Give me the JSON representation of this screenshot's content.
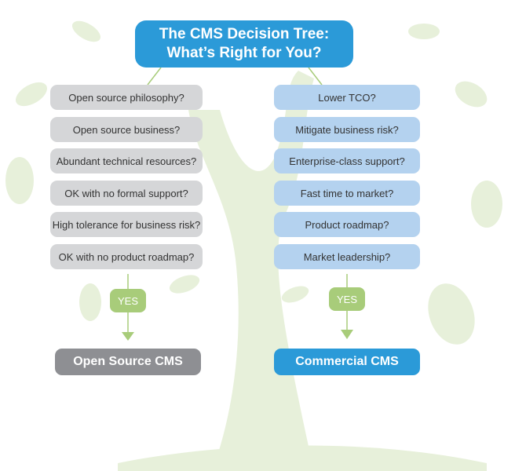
{
  "title": {
    "line1": "The CMS Decision Tree:",
    "line2": "What’s Right for You?"
  },
  "left": {
    "questions": [
      "Open source philosophy?",
      "Open source business?",
      "Abundant technical resources?",
      "OK with no formal support?",
      "High tolerance for business risk?",
      "OK with no product roadmap?"
    ],
    "yes": "YES",
    "result": "Open Source CMS"
  },
  "right": {
    "questions": [
      "Lower TCO?",
      "Mitigate business risk?",
      "Enterprise-class support?",
      "Fast time to market?",
      "Product roadmap?",
      "Market leadership?"
    ],
    "yes": "YES",
    "result": "Commercial CMS"
  },
  "colors": {
    "title": "#2b9ad8",
    "left_box": "#d5d6d8",
    "right_box": "#b4d2ef",
    "yes": "#a8cc7a",
    "left_result": "#8e8f93",
    "right_result": "#2b9ad8",
    "tree": "#e6efd8"
  }
}
